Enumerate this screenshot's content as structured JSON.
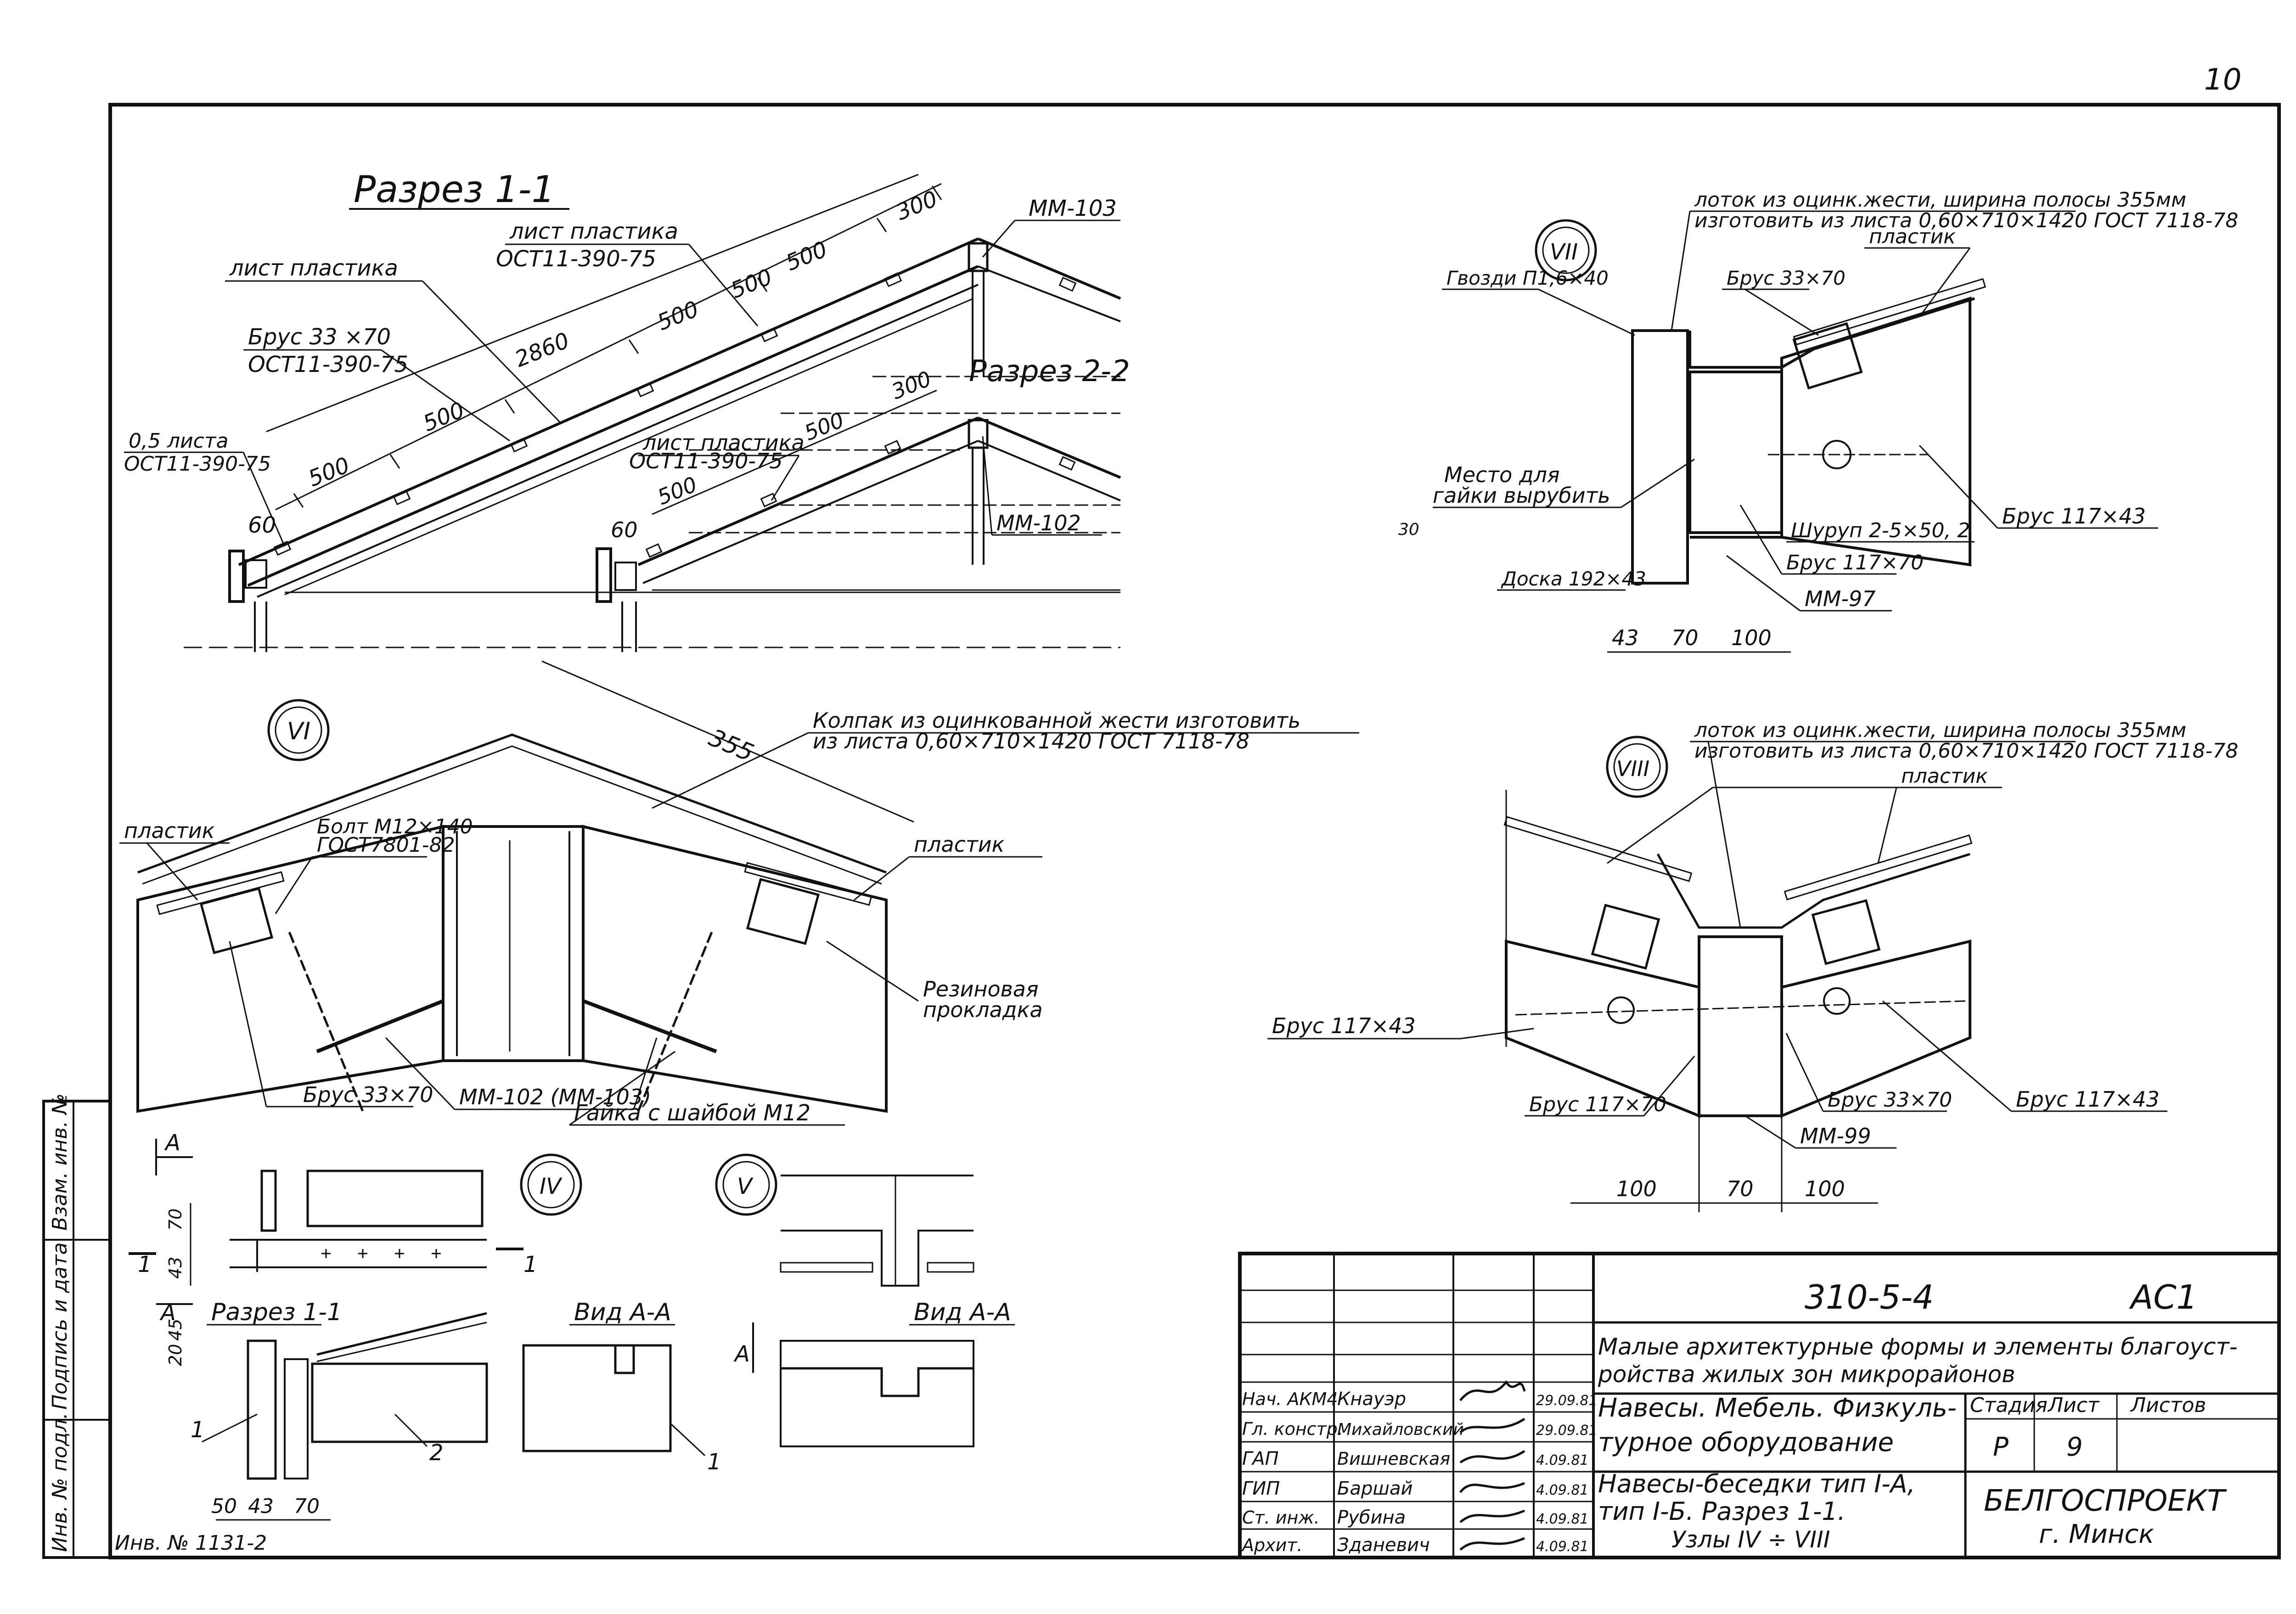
{
  "page_number": "10",
  "views": {
    "section_1_1": {
      "title": "Разрез 1-1",
      "labels": {
        "plastic_sheet_left": "лист пластика",
        "plastic_sheet_top": "лист пластика",
        "ost_top": "ОСТ11-390-75",
        "beam": "Брус 33 ×70",
        "ost_beam": "ОСТ11-390-75",
        "half_sheet": "0,5 листа",
        "ost_half": "ОСТ11-390-75",
        "mm103": "ММ-103"
      },
      "dims": [
        "60",
        "500",
        "500",
        "500",
        "500",
        "500",
        "300",
        "2860"
      ]
    },
    "section_2_2": {
      "title": "Разрез 2-2",
      "labels": {
        "plastic_sheet": "лист пластика",
        "ost": "ОСТ11-390-75",
        "mm102": "ММ-102"
      },
      "dims": [
        "60",
        "500",
        "500",
        "300"
      ]
    },
    "node_6": {
      "mark": "VI",
      "labels": {
        "cap": "Колпак из оцинкованной жести изготовить",
        "cap2": "из листа 0,60×710×1420 ГОСТ 7118-78",
        "plastic_left": "пластик",
        "plastic_right": "пластик",
        "bolt": "Болт М12×140",
        "bolt_gost": "ГОСТ7801-82",
        "rubber": "Резиновая",
        "rubber2": "прокладка",
        "mm": "ММ-102 (ММ-103)",
        "beam": "Брус 33×70",
        "nut": "Гайка с шайбой М12"
      },
      "dims": [
        "355"
      ]
    },
    "node_7": {
      "mark": "VII",
      "labels": {
        "gutter": "лоток из оцинк.жести, ширина полосы 355мм",
        "gutter2": "изготовить из листа 0,60×710×1420 ГОСТ 7118-78",
        "plastic": "пластик",
        "nails": "Гвозди П1,6×40",
        "beam33": "Брус 33×70",
        "place": "Место для",
        "place2": "гайки вырубить",
        "beam117_43": "Брус 117×43",
        "screw": "Шуруп 2-5×50, 2",
        "beam117_70": "Брус 117×70",
        "board": "Доска 192×43",
        "mm97": "ММ-97",
        "d30": "30"
      },
      "dims": [
        "43",
        "70",
        "100"
      ]
    },
    "node_8": {
      "mark": "VIII",
      "labels": {
        "gutter": "лоток из оцинк.жести, ширина полосы 355мм",
        "gutter2": "изготовить из листа 0,60×710×1420 ГОСТ 7118-78",
        "plastic": "пластик",
        "beam_left": "Брус 117×43",
        "beam_left70": "Брус 117×70",
        "beam33": "Брус 33×70",
        "beam_right": "Брус 117×43",
        "mm99": "ММ-99"
      },
      "dims": [
        "100",
        "70",
        "100"
      ]
    },
    "node_4": {
      "mark": "IV",
      "section": "Разрез 1-1",
      "view": "Вид А-А",
      "arrow_a": "А",
      "cut_1": "1",
      "dims_v": [
        "70",
        "43"
      ],
      "dims_v2": [
        "20",
        "45"
      ],
      "dims_h": [
        "50",
        "43",
        "70"
      ],
      "pos": [
        "1",
        "2",
        "1"
      ]
    },
    "node_5": {
      "mark": "V",
      "view": "Вид А-А",
      "arrow_a": "А"
    }
  },
  "stamp": {
    "code": "310-5-4",
    "sheet_mark": "АС1",
    "project": "Малые архитектурные формы и элементы благоуст-",
    "project2": "ройства жилых зон микрорайонов",
    "subject": "Навесы. Мебель. Физкуль-",
    "subject2": "турное оборудование",
    "drawing": "Навесы-беседки тип I-А,",
    "drawing2": "тип I-Б. Разрез 1-1.",
    "drawing3": "Узлы IV ÷ VIII",
    "col_stage": "Стадия",
    "col_sheet": "Лист",
    "col_sheets": "Листов",
    "stage": "Р",
    "sheet": "9",
    "org": "БЕЛГОСПРОЕКТ",
    "city": "г. Минск",
    "people": [
      {
        "role": "Нач. АКМ4",
        "name": "Кнауэр",
        "date": "29.09.81"
      },
      {
        "role": "Гл. констр.",
        "name": "Михайловский",
        "date": "29.09.81"
      },
      {
        "role": "ГАП",
        "name": "Вишневская",
        "date": "4.09.81"
      },
      {
        "role": "ГИП",
        "name": "Баршай",
        "date": "4.09.81"
      },
      {
        "role": "Ст. инж.",
        "name": "Рубина",
        "date": "4.09.81"
      },
      {
        "role": "Архит.",
        "name": "Зданевич",
        "date": "4.09.81"
      }
    ]
  },
  "side_columns": [
    "Взам. инв. №",
    "Подпись и дата",
    "Инв. № подл."
  ],
  "inventory": "Инв. № 1131-2"
}
